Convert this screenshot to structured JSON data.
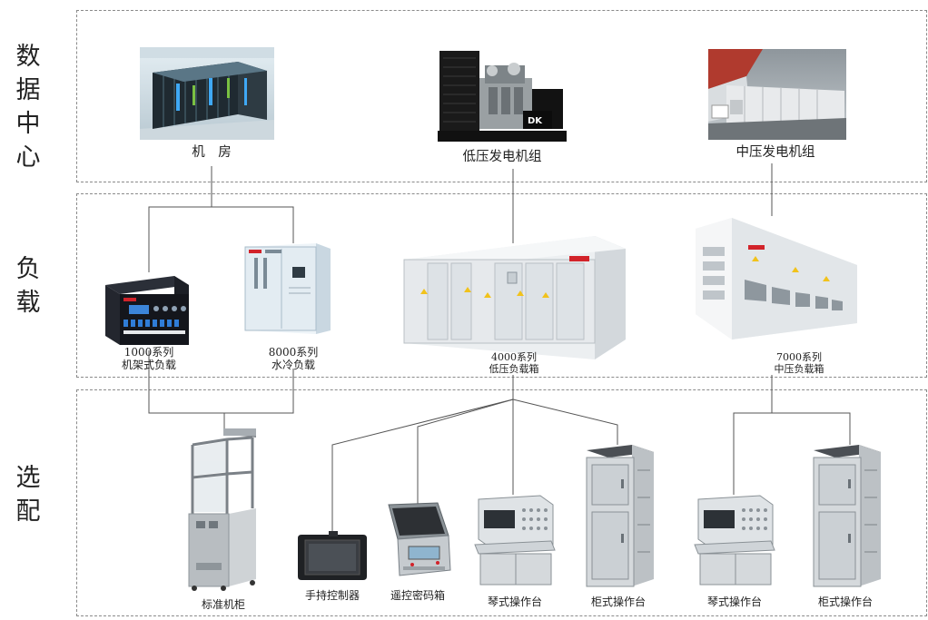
{
  "sections": {
    "data_center": "数据中心",
    "load": "负载",
    "options": "选配"
  },
  "sources": {
    "machine_room": "机　房",
    "lv_generator": "低压发电机组",
    "mv_generator": "中压发电机组",
    "generator_logo": "DK"
  },
  "loads": {
    "rack_load_series": "1000系列",
    "rack_load_name": "机架式负载",
    "water_load_series": "8000系列",
    "water_load_name": "水冷负载",
    "lv_box_series": "4000系列",
    "lv_box_name": "低压负载箱",
    "mv_box_series": "7000系列",
    "mv_box_name": "中压负载箱"
  },
  "options": {
    "standard_cabinet": "标准机柜",
    "handheld_controller": "手持控制器",
    "remote_password_box": "遥控密码箱",
    "piano_console_1": "琴式操作台",
    "cabinet_console_1": "柜式操作台",
    "piano_console_2": "琴式操作台",
    "cabinet_console_2": "柜式操作台"
  },
  "colors": {
    "line": "#555555",
    "dash": "#8a8a8a",
    "brand_red": "#d2232a"
  }
}
